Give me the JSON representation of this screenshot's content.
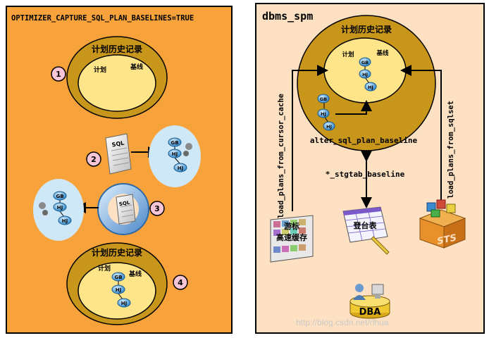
{
  "left_panel": {
    "title": "OPTIMIZER_CAPTURE_SQL_PLAN_BASELINES=TRUE",
    "history_label": "计划历史记录",
    "plan_label": "计划",
    "baseline_label": "基线",
    "sql_label": "SQL",
    "steps": [
      "1",
      "2",
      "3",
      "4"
    ],
    "nodes": {
      "gb": "GB",
      "hj": "HJ"
    }
  },
  "right_panel": {
    "title": "dbms_spm",
    "history_label": "计划历史记录",
    "plan_label": "计划",
    "baseline_label": "基线",
    "alter_label": "alter_sql_plan_baseline",
    "stgtab_label": "*_stgtab_baseline",
    "load_cursor_label": "load_plans_from_cursor_cache",
    "load_sqlset_label": "load_plans_from_sqlset",
    "cursor_cache_label_1": "游标",
    "cursor_cache_label_2": "高速缓存",
    "staging_table_label": "登台表",
    "sts_label": "STS",
    "dba_label": "DBA",
    "nodes": {
      "gb": "GB",
      "hj": "HJ"
    }
  },
  "watermark": "http://blog.csdn.net/rlhua"
}
